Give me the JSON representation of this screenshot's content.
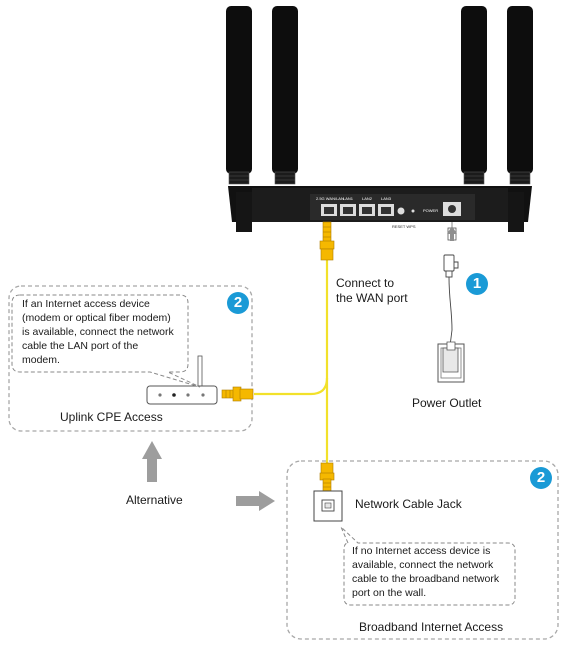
{
  "router": {
    "port_labels": [
      "2.5G WAN/LAN",
      "LAN1",
      "LAN2",
      "LAN3"
    ],
    "reset_label": "RESET WPS",
    "power_label": "POWER"
  },
  "wan_connection": {
    "label_line1": "Connect to",
    "label_line2": "the WAN port"
  },
  "power": {
    "step_number": "1",
    "label": "Power Outlet"
  },
  "uplink": {
    "step_number": "2",
    "note_lines": [
      "If an Internet access device",
      "(modem or optical fiber modem)",
      "is available, connect the network",
      "cable the LAN port of the",
      "modem."
    ],
    "title": "Uplink CPE Access"
  },
  "alternative": {
    "label": "Alternative"
  },
  "broadband": {
    "step_number": "2",
    "jack_label": "Network Cable Jack",
    "note_lines": [
      "If no Internet access device is",
      "available, connect the network",
      "cable to the broadband network",
      "port on the wall."
    ],
    "title": "Broadband Internet Access"
  },
  "colors": {
    "cable": "#f2e12a",
    "connector": "#f5b800",
    "badge": "#1a9ad6",
    "router_body": "#111111",
    "arrow_gray": "#9d9d9d",
    "dashed_border": "#a8a8a8"
  }
}
